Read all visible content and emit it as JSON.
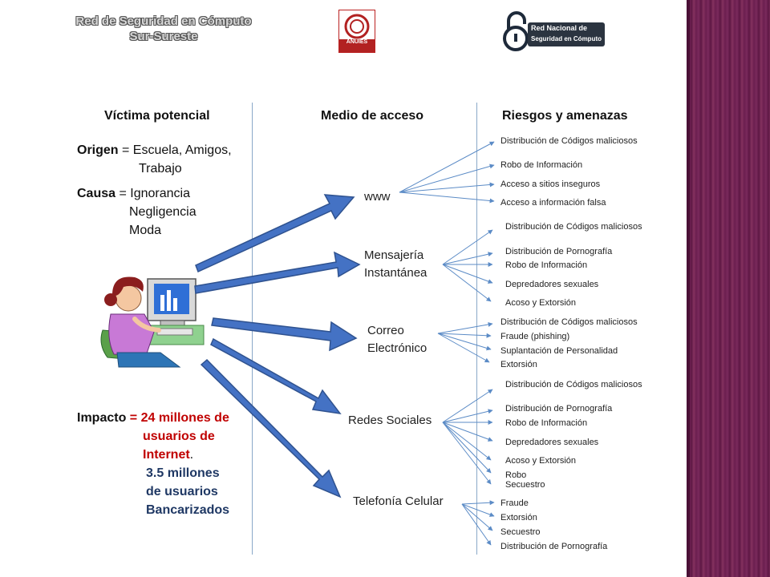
{
  "header": {
    "title_line1": "Red de Seguridad en Cómputo",
    "title_line2": "Sur-Sureste",
    "logo_anuies": "ANUIES",
    "logo_rnsc_line1": "Red Nacional de",
    "logo_rnsc_line2": "Seguridad en Cómputo"
  },
  "columns": {
    "victim": "Víctima potencial",
    "medium": "Medio de acceso",
    "risks": "Riesgos y amenazas"
  },
  "victim": {
    "origin_key": "Origen",
    "origin_value_1": "= Escuela, Amigos,",
    "origin_value_2": "Trabajo",
    "cause_key": "Causa",
    "cause_value_1": "= Ignorancia",
    "cause_value_2": "Negligencia",
    "cause_value_3": "Moda",
    "impact_key": "Impacto",
    "impact_red_1": "= 24 millones de",
    "impact_red_2": "usuarios de",
    "impact_red_3": "Internet",
    "impact_dot": ".",
    "impact_navy_1": "3.5 millones",
    "impact_navy_2": "de usuarios",
    "impact_navy_3": "Bancarizados"
  },
  "media": [
    {
      "label": "www"
    },
    {
      "label": "Mensajería\nInstantánea"
    },
    {
      "label": "Correo\nElectrónico"
    },
    {
      "label": "Redes Sociales"
    },
    {
      "label": "Telefonía Celular"
    }
  ],
  "risks": {
    "www": [
      "Distribución  de Códigos maliciosos",
      "Robo de Información",
      "Acceso a sitios inseguros",
      "Acceso a información falsa"
    ],
    "mensajeria": [
      "Distribución de Códigos maliciosos",
      "Distribución de Pornografía",
      "Robo de Información",
      "Depredadores sexuales",
      "Acoso y Extorsión"
    ],
    "correo": [
      "Distribución  de Códigos maliciosos",
      "Fraude (phishing)",
      "Suplantación de Personalidad",
      "Extorsión"
    ],
    "redes": [
      "Distribución de Códigos maliciosos",
      "Distribución de Pornografía",
      "Robo de Información",
      "Depredadores sexuales",
      "Acoso y Extorsión",
      "Robo",
      "Secuestro"
    ],
    "telefonia": [
      "Fraude",
      "Extorsión",
      "Secuestro",
      "Distribución de Pornografía"
    ]
  },
  "colors": {
    "arrow_fill": "#4472c4",
    "arrow_stroke": "#2f528f",
    "line": "#5b8bc6",
    "impact_red": "#c00000",
    "impact_navy": "#1f3864",
    "sidebar": "#6b1e4f"
  },
  "icons": [
    "woman-at-computer-icon",
    "padlock-icon",
    "anuies-logo-icon"
  ]
}
